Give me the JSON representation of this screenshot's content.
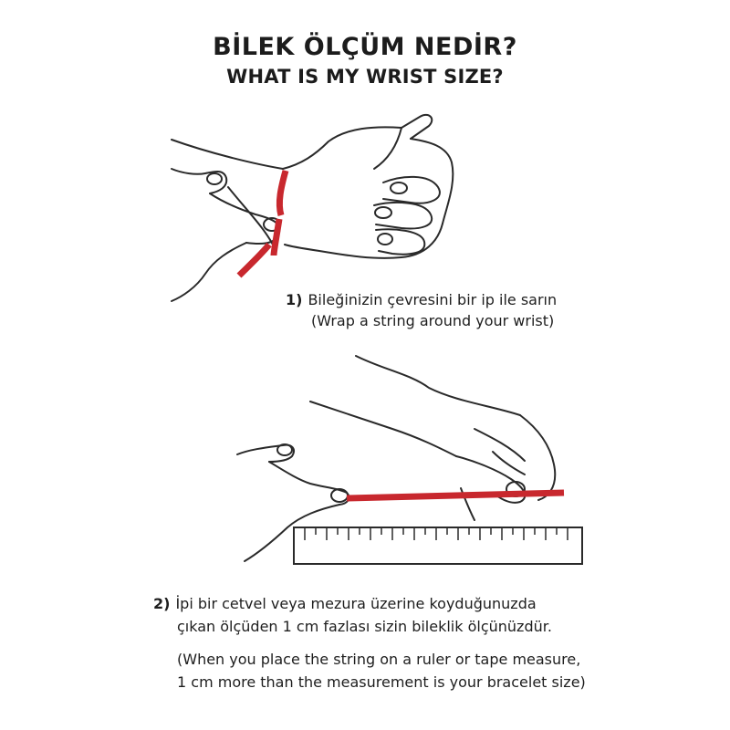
{
  "header": {
    "title_tr": "BİLEK ÖLÇÜM NEDİR?",
    "title_en": "WHAT IS MY WRIST SIZE?"
  },
  "step1": {
    "number": "1)",
    "text": "Bileğinizin çevresini bir ip ile sarın",
    "translation": "(Wrap a string around your wrist)"
  },
  "step2": {
    "number": "2)",
    "line1": "İpi bir cetvel veya mezura üzerine koyduğunuzda",
    "line2": "çıkan ölçüden 1 cm fazlası sizin bileklik ölçünüzdür.",
    "translation_line1": "(When you place the string on a ruler or tape measure,",
    "translation_line2": "1 cm more than the measurement is your bracelet size)"
  },
  "colors": {
    "string": "#c8282e",
    "ink": "#2a2a2a"
  }
}
